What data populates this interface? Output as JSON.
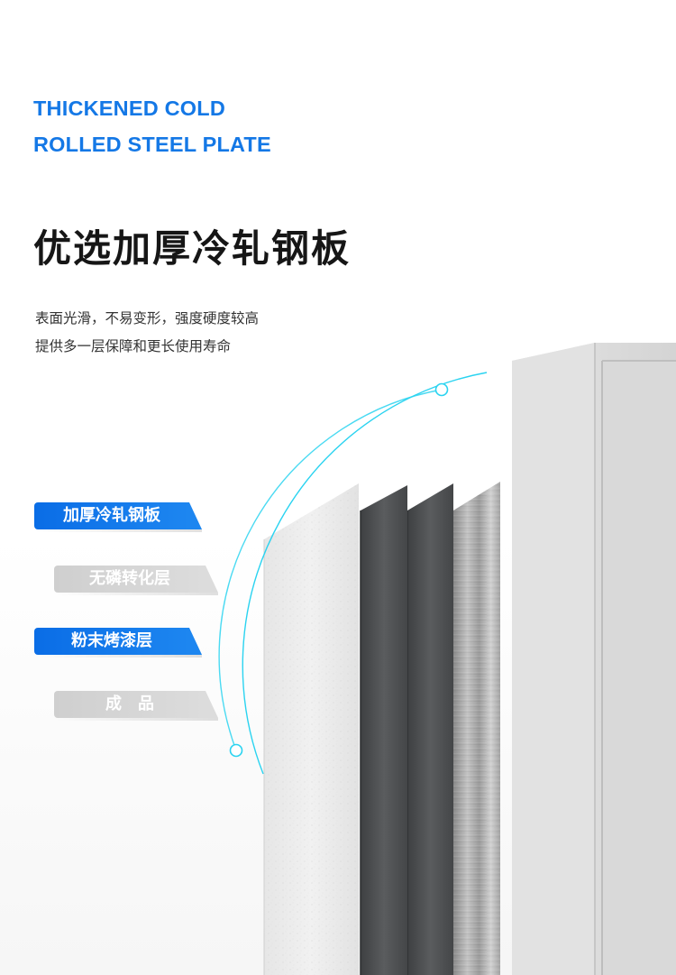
{
  "heading": {
    "english_line1": "THICKENED COLD",
    "english_line2": "ROLLED STEEL PLATE",
    "chinese": "优选加厚冷轧钢板"
  },
  "description": {
    "line1": "表面光滑，不易变形，强度硬度较高",
    "line2": "提供多一层保障和更长使用寿命"
  },
  "layers": [
    {
      "label": "加厚冷轧钢板",
      "style": "blue"
    },
    {
      "label": "无磷转化层",
      "style": "gray"
    },
    {
      "label": "粉末烤漆层",
      "style": "blue"
    },
    {
      "label": "成品",
      "style": "gray"
    }
  ],
  "colors": {
    "accent_blue": "#1478e6",
    "arc_cyan": "#2ad3f0",
    "label_gray": "#d5d5d5"
  }
}
